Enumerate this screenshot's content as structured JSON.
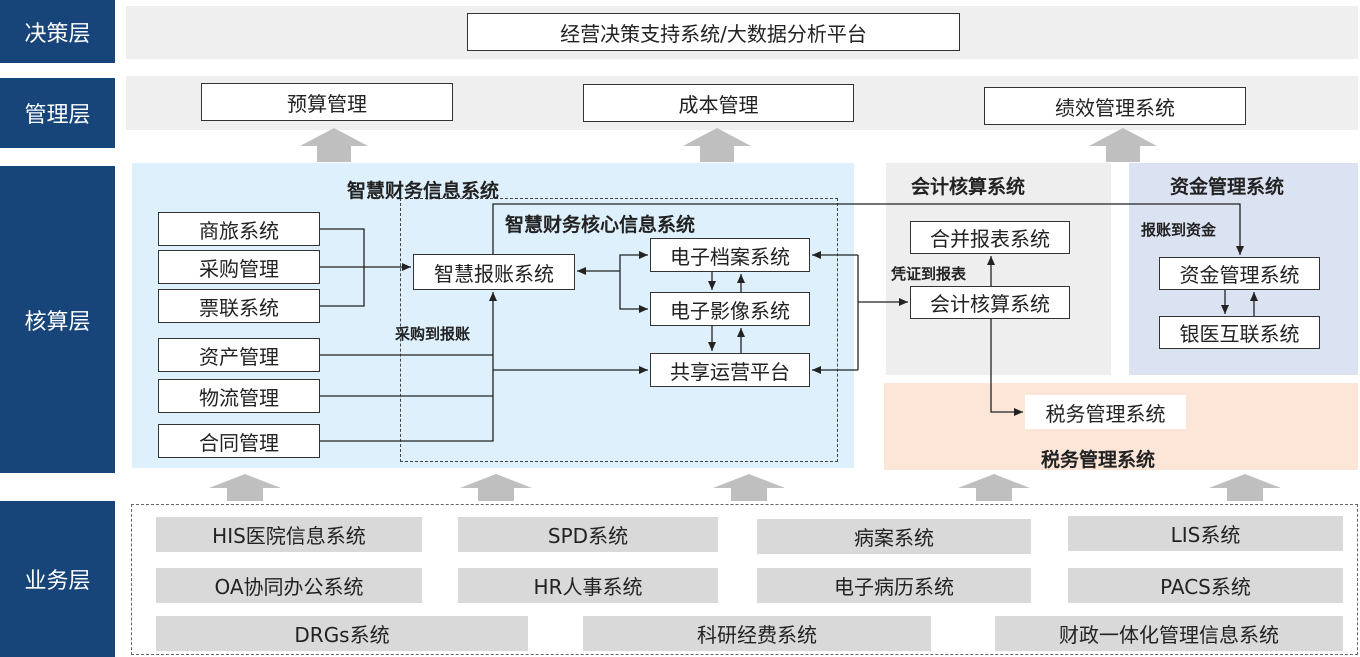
{
  "layers": {
    "decision": "决策层",
    "management": "管理层",
    "accounting": "核算层",
    "business": "业务层"
  },
  "decision": {
    "platform": "经营决策支持系统/大数据分析平台"
  },
  "management": {
    "budget": "预算管理",
    "cost": "成本管理",
    "performance": "绩效管理系统"
  },
  "accounting": {
    "smart_finance_title": "智慧财务信息系统",
    "smart_core_title": "智慧财务核心信息系统",
    "left_systems": [
      "商旅系统",
      "采购管理",
      "票联系统",
      "资产管理",
      "物流管理",
      "合同管理"
    ],
    "reimbursement": "智慧报账系统",
    "e_archive": "电子档案系统",
    "e_image": "电子影像系统",
    "shared_ops": "共享运营平台",
    "purchase_to_reimb": "采购到报账",
    "acct_panel_title": "会计核算系统",
    "consolidated": "合并报表系统",
    "acct_system": "会计核算系统",
    "voucher_to_report": "凭证到报表",
    "fund_panel_title": "资金管理系统",
    "reimb_to_fund": "报账到资金",
    "fund_system": "资金管理系统",
    "bank_hospital": "银医互联系统",
    "tax_system": "税务管理系统",
    "tax_panel_title": "税务管理系统"
  },
  "business": {
    "row1": [
      "HIS医院信息系统",
      "SPD系统",
      "病案系统",
      "LIS系统"
    ],
    "row2": [
      "OA协同办公系统",
      "HR人事系统",
      "电子病历系统",
      "PACS系统"
    ],
    "row3": [
      "DRGs系统",
      "科研经费系统",
      "财政一体化管理信息系统"
    ]
  },
  "colors": {
    "layer_label_bg": "#17457a",
    "band_bg": "#efefef",
    "smart_panel_bg": "#ddf0fb",
    "acct_panel_bg": "#eeeeee",
    "fund_panel_bg": "#dbe3f2",
    "tax_panel_bg": "#fbe6d8",
    "business_box_bg": "#d9d9d9",
    "arrow_gray": "#bfbfbf"
  }
}
